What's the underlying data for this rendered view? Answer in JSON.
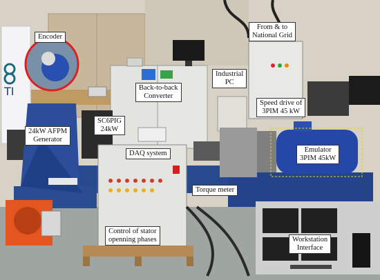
{
  "labels": {
    "encoder": "Encoder",
    "grid_line1": "From & to",
    "grid_line2": "National Grid",
    "industrial_pc_line1": "Industrial",
    "industrial_pc_line2": "PC",
    "b2b_line1": "Back-to-back",
    "b2b_line2": "Converter",
    "speed_line1": "Speed drive of",
    "speed_line2": "3PIM 45 kW",
    "afpm_line1": "24kW AFPM",
    "afpm_line2": "Generator",
    "sc6pig_line1": "SC6PIG",
    "sc6pig_line2": "24kW",
    "daq": "DAQ system",
    "emulator_line1": "Emulator",
    "emulator_line2": "3PIM 45kW",
    "torque": "Torque meter",
    "stator_line1": "Control of stator",
    "stator_line2": "openning phases",
    "workstation_line1": "Workstation",
    "workstation_line2": "Interface"
  },
  "colors": {
    "wall": "#d8d2c6",
    "floor": "#9fa6a2",
    "frame_blue": "#274a8f",
    "motor_blue": "#2447a8",
    "cabinet": "#e3e3df",
    "pallet": "#b58a55",
    "heater": "#e5551f",
    "encoder_ring": "#dd1f1f",
    "emulator_outline": "#e0d020"
  },
  "poster": {
    "logo_fragment": "TI"
  }
}
